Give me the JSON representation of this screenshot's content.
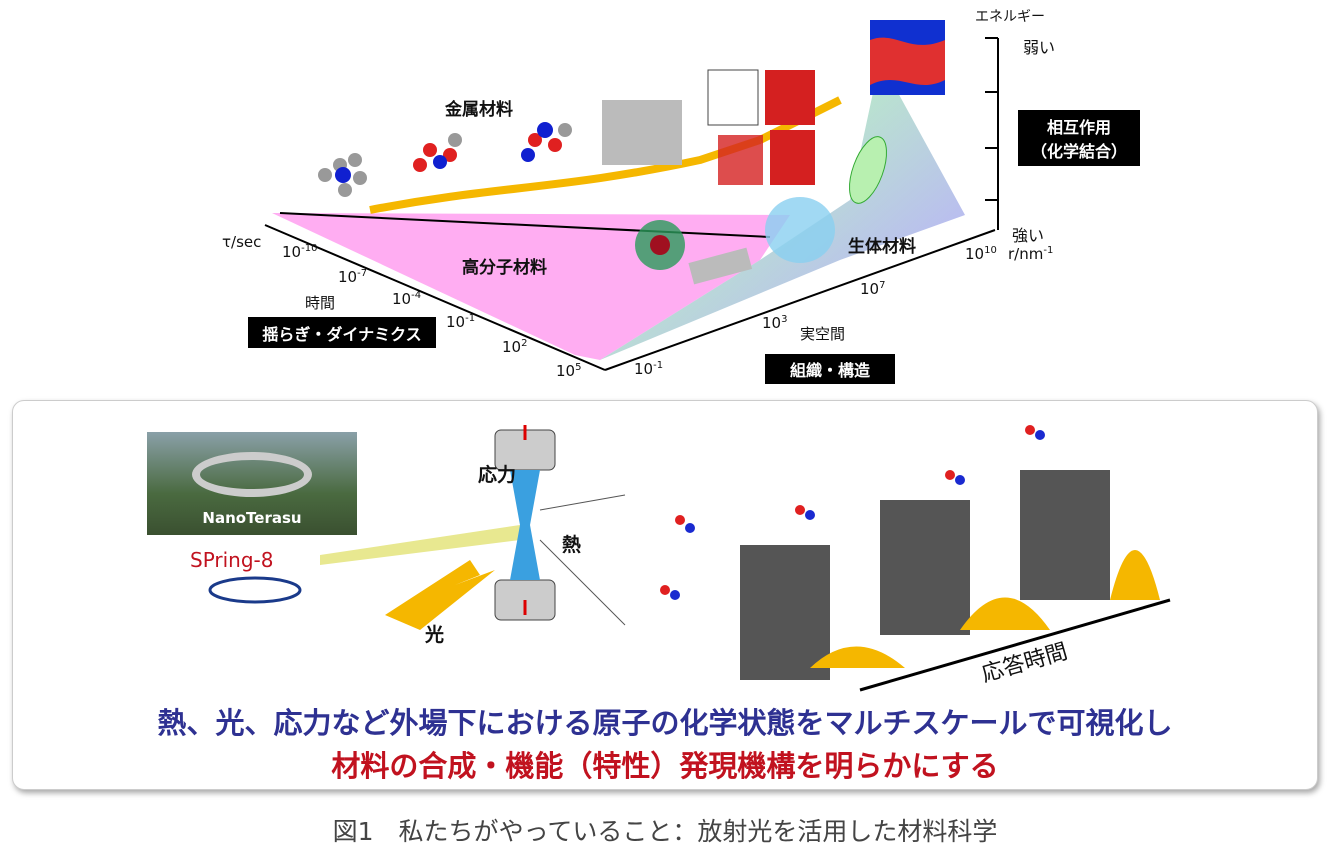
{
  "top": {
    "materials": {
      "metal": "金属材料",
      "polymer": "高分子材料",
      "bio": "生体材料"
    },
    "time_axis": {
      "unit": "τ/sec",
      "label": "時間",
      "ticks": [
        {
          "b": "10",
          "e": "-10"
        },
        {
          "b": "10",
          "e": "-7"
        },
        {
          "b": "10",
          "e": "-4"
        },
        {
          "b": "10",
          "e": "-1"
        },
        {
          "b": "10",
          "e": "2"
        },
        {
          "b": "10",
          "e": "5"
        }
      ],
      "badge": "揺らぎ・ダイナミクス"
    },
    "space_axis": {
      "label": "実空間",
      "unit_b": "r/nm",
      "unit_e": "-1",
      "ticks": [
        {
          "b": "10",
          "e": "-1"
        },
        {
          "b": "10",
          "e": "3"
        },
        {
          "b": "10",
          "e": "7"
        },
        {
          "b": "10",
          "e": "10"
        }
      ],
      "badge": "組織・構造"
    },
    "energy_axis": {
      "label": "エネルギー",
      "weak": "弱い",
      "strong": "強い",
      "badge_line1": "相互作用",
      "badge_line2": "（化学結合）"
    }
  },
  "bottom": {
    "facility": "NanoTerasu",
    "logo": "SPring-8",
    "stress": "応力",
    "heat": "熱",
    "light": "光",
    "response_time": "応答時間",
    "headline1": "熱、光、応力など外場下における原子の化学状態をマルチスケールで可視化し",
    "headline2": "材料の合成・機能（特性）発現機構を明らかにする",
    "colors": {
      "blue": "#2e3192",
      "red": "#c1121f"
    }
  },
  "caption": "図1　私たちがやっていること：放射光を活用した材料科学"
}
